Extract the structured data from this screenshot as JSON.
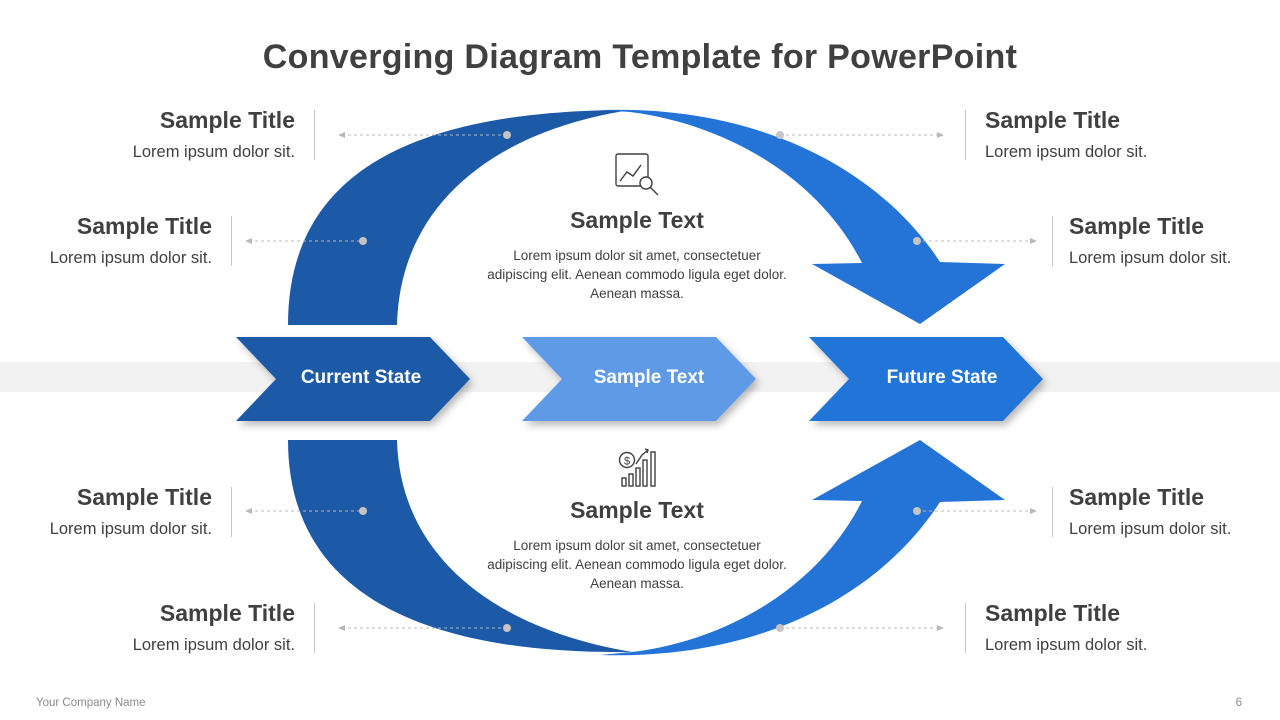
{
  "title": "Converging Diagram Template for PowerPoint",
  "colors": {
    "dark_blue": "#1c5aa8",
    "mid_blue": "#2474d8",
    "light_blue": "#5f9ae6",
    "text": "#404040",
    "band": "#f2f2f2"
  },
  "chevrons": [
    {
      "label": "Current State"
    },
    {
      "label": "Sample Text"
    },
    {
      "label": "Future State"
    }
  ],
  "center_top": {
    "icon": "chart-magnifier-icon",
    "title": "Sample Text",
    "body": "Lorem  ipsum dolor sit amet, consectetuer adipiscing elit. Aenean commodo  ligula eget dolor.  Aenean massa."
  },
  "center_bottom": {
    "icon": "dollar-growth-icon",
    "title": "Sample Text",
    "body": "Lorem  ipsum dolor sit amet, consectetuer adipiscing elit. Aenean commodo  ligula eget dolor.  Aenean massa."
  },
  "callouts": {
    "left_1": {
      "title": "Sample Title",
      "text": "Lorem ipsum dolor sit."
    },
    "left_2": {
      "title": "Sample Title",
      "text": "Lorem ipsum dolor sit."
    },
    "left_3": {
      "title": "Sample Title",
      "text": "Lorem ipsum dolor sit."
    },
    "left_4": {
      "title": "Sample Title",
      "text": "Lorem ipsum dolor sit."
    },
    "right_1": {
      "title": "Sample Title",
      "text": "Lorem ipsum dolor sit."
    },
    "right_2": {
      "title": "Sample Title",
      "text": "Lorem ipsum dolor sit."
    },
    "right_3": {
      "title": "Sample Title",
      "text": "Lorem ipsum dolor sit."
    },
    "right_4": {
      "title": "Sample Title",
      "text": "Lorem ipsum dolor sit."
    }
  },
  "footer": {
    "company": "Your Company  Name",
    "page": "6"
  }
}
